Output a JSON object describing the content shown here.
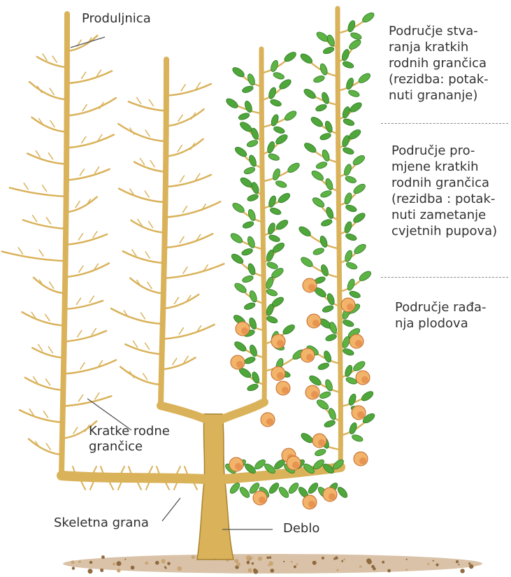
{
  "labels": {
    "extension": "Produljnica",
    "short_spurs": "Kratke rodne\ngrančice",
    "scaffold_branch": "Skeletna grana",
    "trunk": "Deblo"
  },
  "zones": [
    "Područje stva-\nranja kratkih\nrodnih grančica\n(rezidba: potak-\nnuti grananje)",
    "Područje pro-\nmjene kratkih\nrodnih grančica\n(rezidba : potak-\nnuti zametanje\ncvjetnih pupova)",
    "Područje rađa-\nnja plodova"
  ],
  "colors": {
    "wood": "#d9b25a",
    "wood_dark": "#a9822f",
    "leaf": "#4fa63a",
    "leaf_dark": "#2f7a25",
    "fruit": "#f2b36a",
    "fruit_blush": "#e07a3c",
    "soil": "#b9905f"
  }
}
